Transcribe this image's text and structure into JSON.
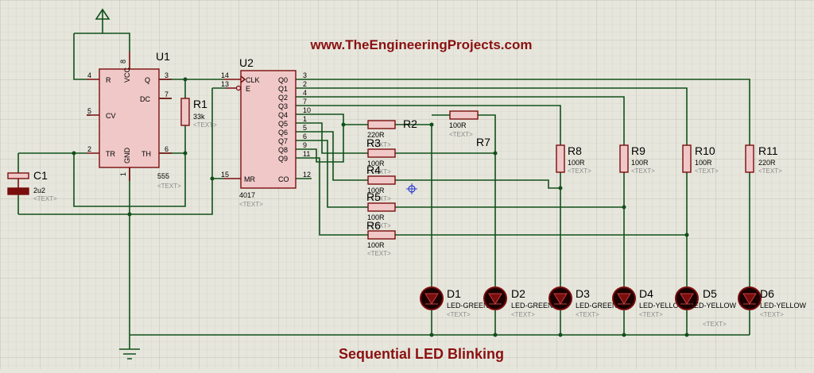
{
  "header": {
    "url": "www.TheEngineeringProjects.com"
  },
  "footer": {
    "title": "Sequential LED Blinking"
  },
  "placeholder": "<TEXT>",
  "colors": {
    "wire": "#10501a",
    "body": "#7a0d0d",
    "fill": "#f0c8c8",
    "title": "#8b1010",
    "led": "#1a0000"
  },
  "u1": {
    "ref": "U1",
    "part": "555",
    "pins": {
      "r": "R",
      "vcc": "VCC",
      "q": "Q",
      "dc": "DC",
      "cv": "CV",
      "tr": "TR",
      "gnd": "GND",
      "th": "TH"
    },
    "pin_numbers": {
      "p4": "4",
      "p8": "8",
      "p3": "3",
      "p7": "7",
      "p5": "5",
      "p2": "2",
      "p1": "1",
      "p6": "6"
    }
  },
  "u2": {
    "ref": "U2",
    "part": "4017",
    "pins": {
      "clk": "CLK",
      "e": "E",
      "mr": "MR",
      "q0": "Q0",
      "q1": "Q1",
      "q2": "Q2",
      "q3": "Q3",
      "q4": "Q4",
      "q5": "Q5",
      "q6": "Q6",
      "q7": "Q7",
      "q8": "Q8",
      "q9": "Q9",
      "co": "CO"
    },
    "pin_numbers": {
      "p14": "14",
      "p13": "13",
      "p15": "15",
      "p3": "3",
      "p2": "2",
      "p4": "4",
      "p7": "7",
      "p10": "10",
      "p1": "1",
      "p5": "5",
      "p6": "6",
      "p9": "9",
      "p11": "11",
      "p12": "12"
    }
  },
  "c1": {
    "ref": "C1",
    "value": "2u2"
  },
  "r1": {
    "ref": "R1",
    "value": "33k"
  },
  "r2": {
    "ref": "R2",
    "value": "220R"
  },
  "r3": {
    "ref": "R3",
    "value": "100R"
  },
  "r4": {
    "ref": "R4",
    "value": "100R"
  },
  "r5": {
    "ref": "R5",
    "value": "100R"
  },
  "r6": {
    "ref": "R6",
    "value": "100R"
  },
  "r7": {
    "ref": "R7",
    "value": "100R"
  },
  "r8": {
    "ref": "R8",
    "value": "100R"
  },
  "r9": {
    "ref": "R9",
    "value": "100R"
  },
  "r10": {
    "ref": "R10",
    "value": "100R"
  },
  "r11": {
    "ref": "R11",
    "value": "220R"
  },
  "d1": {
    "ref": "D1",
    "value": "LED-GREEN"
  },
  "d2": {
    "ref": "D2",
    "value": "LED-GREEN"
  },
  "d3": {
    "ref": "D3",
    "value": "LED-GREEN"
  },
  "d4": {
    "ref": "D4",
    "value": "LED-YELLOW"
  },
  "d5": {
    "ref": "D5",
    "value": "LED-YELLOW"
  },
  "d6": {
    "ref": "D6",
    "value": "LED-YELLOW"
  }
}
